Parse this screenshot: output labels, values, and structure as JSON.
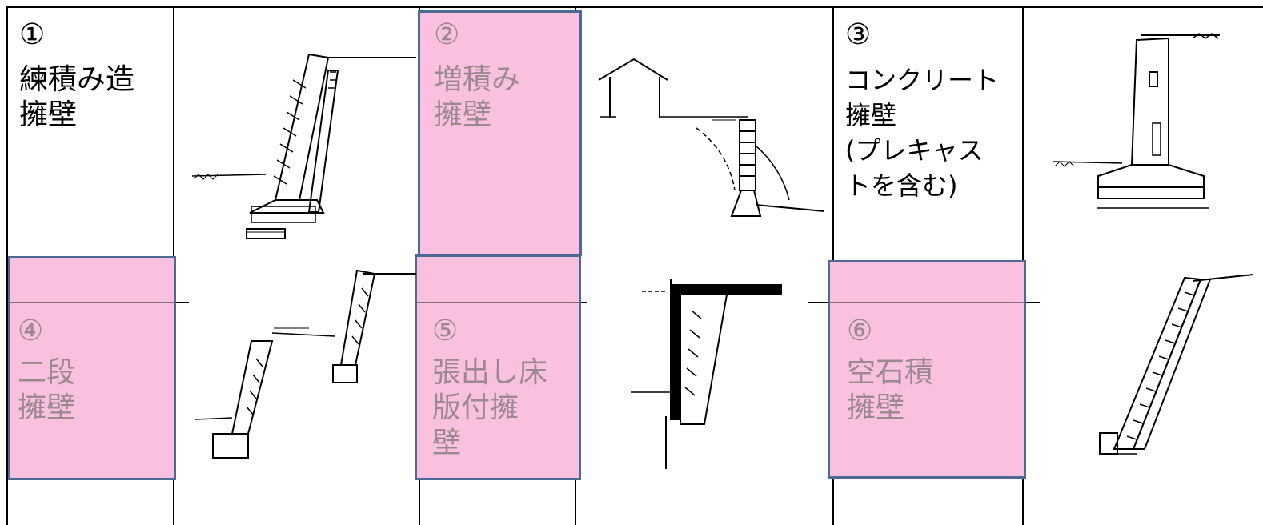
{
  "cells": [
    {
      "num": "①",
      "label": "練積み造\n擁壁",
      "highlighted": false
    },
    {
      "num": "②",
      "label": "増積み\n擁壁",
      "highlighted": true
    },
    {
      "num": "③",
      "label": "コンクリート\n擁壁\n(プレキャス\nトを含む)",
      "highlighted": false
    },
    {
      "num": "④",
      "label": "二段\n擁壁",
      "highlighted": true
    },
    {
      "num": "⑤",
      "label": "張出し床\n版付擁\n壁",
      "highlighted": true
    },
    {
      "num": "⑥",
      "label": "空石積\n擁壁",
      "highlighted": true
    }
  ],
  "colors": {
    "highlight_fill": "#fac0e0",
    "highlight_border": "#4c6a92",
    "faded_text": "#9c8891",
    "line": "#000000"
  }
}
